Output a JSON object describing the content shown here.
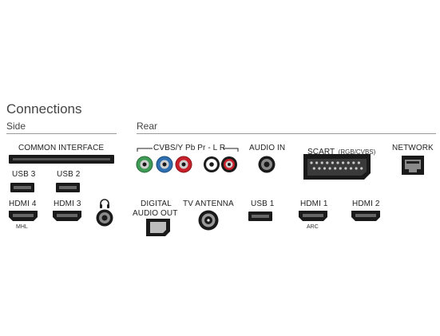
{
  "title": "Connections",
  "sections": {
    "side": "Side",
    "rear": "Rear"
  },
  "side": {
    "common_interface": "COMMON INTERFACE",
    "usb3": "USB 3",
    "usb2": "USB 2",
    "hdmi4": "HDMI 4",
    "hdmi4_sub": "MHL",
    "hdmi3": "HDMI 3"
  },
  "rear": {
    "component": "CVBS/Y Pb Pr - L R",
    "audio_in": "AUDIO IN",
    "scart": "SCART",
    "scart_sub": "(RGB/CVBS)",
    "network": "NETWORK",
    "digital_audio_out_1": "DIGITAL",
    "digital_audio_out_2": "AUDIO OUT",
    "tv_antenna": "TV ANTENNA",
    "usb1": "USB 1",
    "hdmi1": "HDMI 1",
    "hdmi1_sub": "ARC",
    "hdmi2": "HDMI 2"
  },
  "icons": {
    "headphones": "headphones-icon"
  },
  "colors": {
    "green": "#3f9a55",
    "blue": "#2d6fb0",
    "red": "#c8202a",
    "white": "#d9d9d9"
  }
}
